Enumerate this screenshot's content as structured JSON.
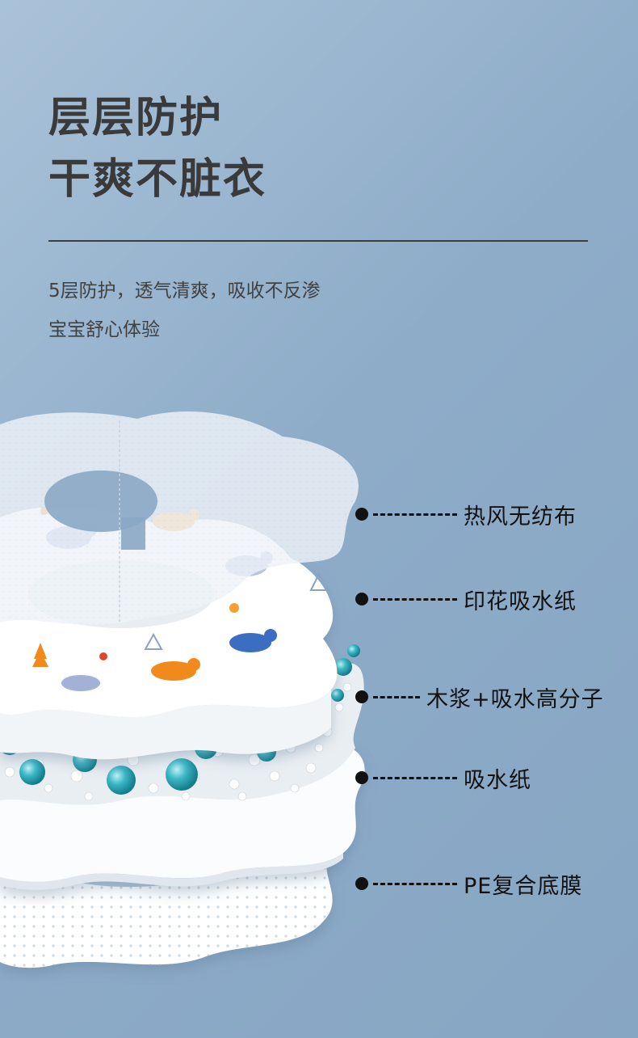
{
  "headline": {
    "line1": "层层防护",
    "line2": "干爽不脏衣"
  },
  "description": {
    "line1": "5层防护，透气清爽，吸收不反渗",
    "line2": "宝宝舒心体验"
  },
  "colors": {
    "background": "#8eacc8",
    "headline_text": "#3a3a3a",
    "callout_text": "#111111",
    "gel_bead": "#3cb8c6"
  },
  "layers": [
    {
      "label": "热风无纺布"
    },
    {
      "label": "印花吸水纸"
    },
    {
      "label": "木浆+吸水高分子"
    },
    {
      "label": "吸水纸"
    },
    {
      "label": "PE复合底膜"
    }
  ]
}
